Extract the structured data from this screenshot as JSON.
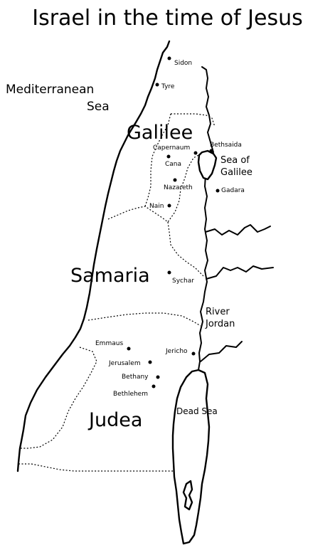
{
  "title": "Israel in the time of Jesus",
  "regions": {
    "galilee": "Galilee",
    "samaria": "Samaria",
    "judea": "Judea"
  },
  "water": {
    "mediterranean_line1": "Mediterranean",
    "mediterranean_line2": "Sea",
    "sea_of_galilee_line1": "Sea of",
    "sea_of_galilee_line2": "Galilee",
    "river_jordan_line1": "River",
    "river_jordan_line2": "Jordan",
    "dead_sea": "Dead Sea"
  },
  "cities": {
    "sidon": "Sidon",
    "tyre": "Tyre",
    "capernaum": "Capernaum",
    "bethsaida": "Bethsaida",
    "cana": "Cana",
    "nazareth": "Nazareth",
    "gadara": "Gadara",
    "nain": "Nain",
    "sychar": "Sychar",
    "emmaus": "Emmaus",
    "jericho": "Jericho",
    "jerusalem": "Jerusalem",
    "bethany": "Bethany",
    "bethlehem": "Bethlehem"
  }
}
